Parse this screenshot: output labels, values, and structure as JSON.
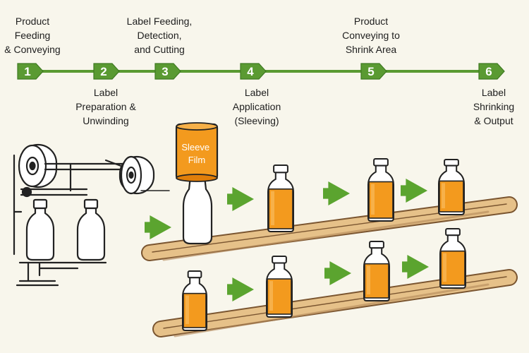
{
  "colors": {
    "background": "#f8f6ec",
    "green": "#5a9a32",
    "green_dark": "#3f7a22",
    "arrow_green": "#5ba42f",
    "orange": "#f39a1e",
    "orange_dark": "#e07e0a",
    "conveyor": "#e6c189",
    "conveyor_edge": "#7a5530",
    "outline": "#222222"
  },
  "steps": [
    {
      "number": "1",
      "label": "Product\nFeeding\n& Conveying",
      "position": "top"
    },
    {
      "number": "2",
      "label": "Label\nPreparation &\nUnwinding",
      "position": "bottom"
    },
    {
      "number": "3",
      "label": "Label Feeding,\nDetection,\nand Cutting",
      "position": "top"
    },
    {
      "number": "4",
      "label": "Label\nApplication\n(Sleeving)",
      "position": "bottom"
    },
    {
      "number": "5",
      "label": "Product\nConveying to\nShrink Area",
      "position": "top"
    },
    {
      "number": "6",
      "label": "Label\nShrinking\n& Output",
      "position": "bottom"
    }
  ],
  "sleeve_film_label": "Sleeve\nFilm",
  "icons": {
    "step_marker": "chevron-arrow-icon",
    "flow_arrow": "green-right-arrow-icon"
  }
}
